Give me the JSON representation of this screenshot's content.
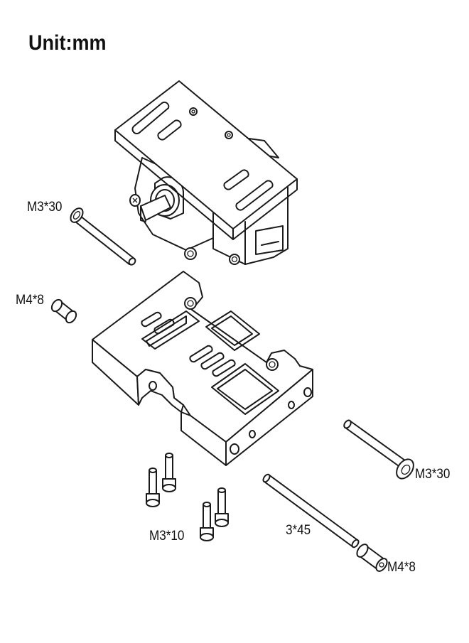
{
  "unit_label": "Unit:mm",
  "labels": {
    "m3x30_left": "M3*30",
    "m4x8_left": "M4*8",
    "m3x30_right": "M3*30",
    "m3x10": "M3*10",
    "pin_3x45": "3*45",
    "m4x8_right": "M4*8"
  }
}
